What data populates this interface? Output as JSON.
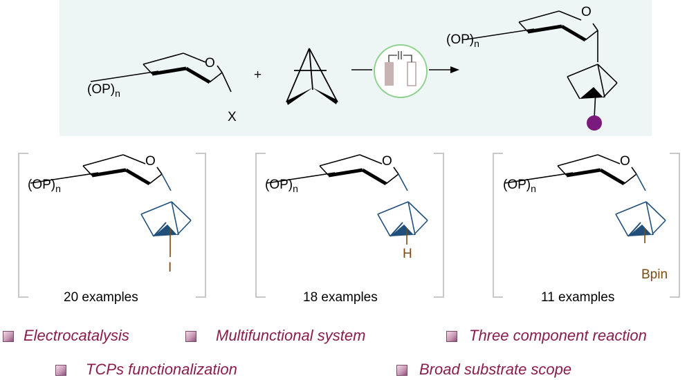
{
  "scheme": {
    "reactant_protecting_group": "(OP)",
    "subscript_n": "n",
    "ring_oxygen": "O",
    "leaving_group": "X",
    "plus_sign": "+",
    "product_protecting_group": "(OP)"
  },
  "examples": [
    {
      "group": "I",
      "count_label": "20 examples",
      "group_color": "#7a4a10"
    },
    {
      "group": "H",
      "count_label": "18 examples",
      "group_color": "#7a4a10"
    },
    {
      "group": "Bpin",
      "count_label": "11 examples",
      "group_color": "#7a4a10"
    }
  ],
  "features": [
    "Electrocatalysis",
    "Multifunctional system",
    "Three component reaction",
    "TCPs functionalization",
    "Broad substrate scope"
  ],
  "colors": {
    "panel": "#eef6f5",
    "bond_blue": "#1f4f7a",
    "feature_text": "#8a1c4c",
    "substituent_dot": "#7a1a7c"
  }
}
